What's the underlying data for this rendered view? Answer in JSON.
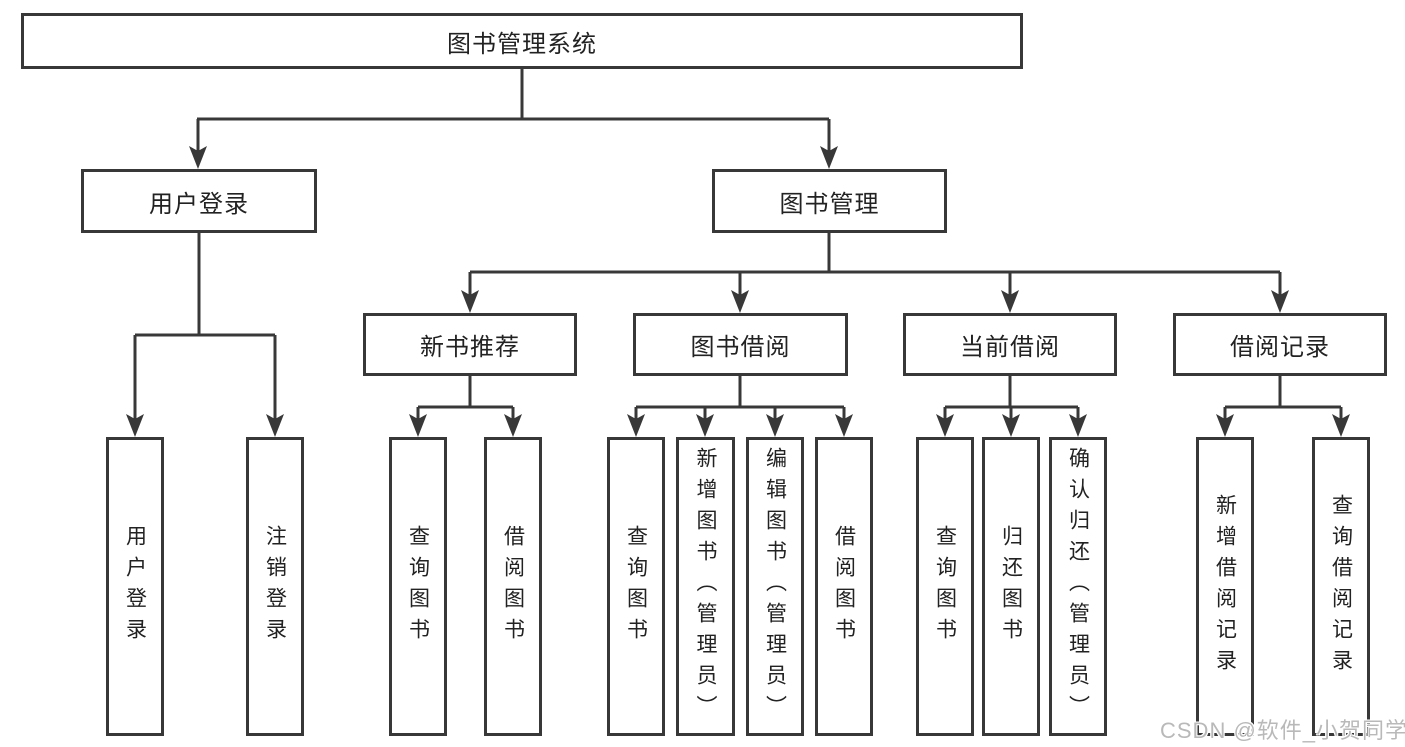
{
  "tree": {
    "root": {
      "label": "图书管理系统"
    },
    "user_login": {
      "label": "用户登录",
      "children": [
        {
          "label": "用户登录"
        },
        {
          "label": "注销登录"
        }
      ]
    },
    "book_management": {
      "label": "图书管理",
      "sections": [
        {
          "label": "新书推荐",
          "children": [
            {
              "label": "查询图书"
            },
            {
              "label": "借阅图书"
            }
          ]
        },
        {
          "label": "图书借阅",
          "children": [
            {
              "label": "查询图书"
            },
            {
              "label": "新增图书（管理员）"
            },
            {
              "label": "编辑图书（管理员）"
            },
            {
              "label": "借阅图书"
            }
          ]
        },
        {
          "label": "当前借阅",
          "children": [
            {
              "label": "查询图书"
            },
            {
              "label": "归还图书"
            },
            {
              "label": "确认归还（管理员）"
            }
          ]
        },
        {
          "label": "借阅记录",
          "children": [
            {
              "label": "新增借阅记录"
            },
            {
              "label": "查询借阅记录"
            }
          ]
        }
      ]
    }
  },
  "watermark": {
    "text": "CSDN @软件_小贺同学"
  },
  "colors": {
    "line": "#383838",
    "box_border": "#383838",
    "text": "#222222",
    "watermark_text": "#b9b9b9",
    "background": "#ffffff"
  }
}
